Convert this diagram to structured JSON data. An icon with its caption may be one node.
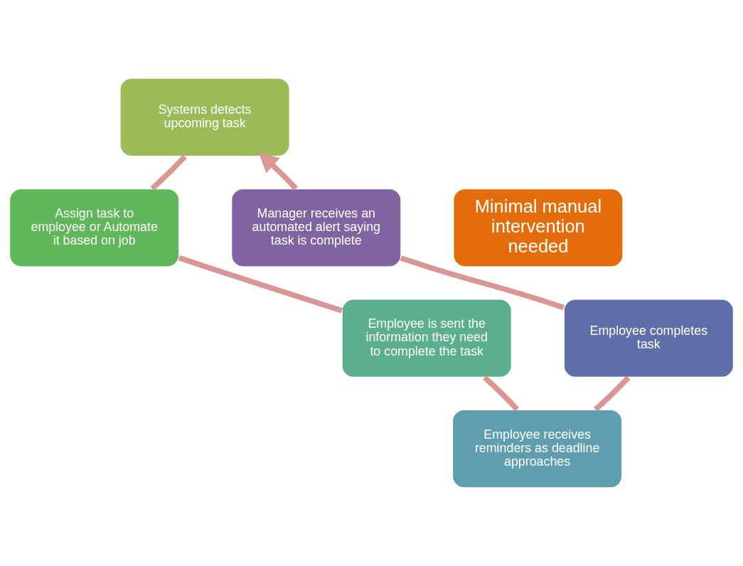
{
  "diagram": {
    "nodes": [
      {
        "text": [
          "Systems detects upcoming task"
        ]
      },
      {
        "text": [
          "Assign task to employee or Automate it based on job"
        ]
      },
      {
        "text": [
          "Employee is sent the information they need to complete the task"
        ]
      },
      {
        "text": [
          "Employee receives reminders as deadline approaches"
        ]
      },
      {
        "text": [
          "Employee completes task"
        ]
      },
      {
        "text": [
          "Manager receives an automated alert saying task is complete"
        ]
      },
      {
        "text": [
          "Minimal manual intervention needed"
        ]
      }
    ],
    "edges": [
      {
        "from": 0,
        "to": 1,
        "arrow": "none"
      },
      {
        "from": 1,
        "to": 2,
        "arrow": "none"
      },
      {
        "from": 2,
        "to": 3,
        "arrow": "none"
      },
      {
        "from": 3,
        "to": 4,
        "arrow": "none"
      },
      {
        "from": 4,
        "to": 5,
        "arrow": "none"
      },
      {
        "from": 5,
        "to": 0,
        "arrow": "to"
      }
    ]
  }
}
